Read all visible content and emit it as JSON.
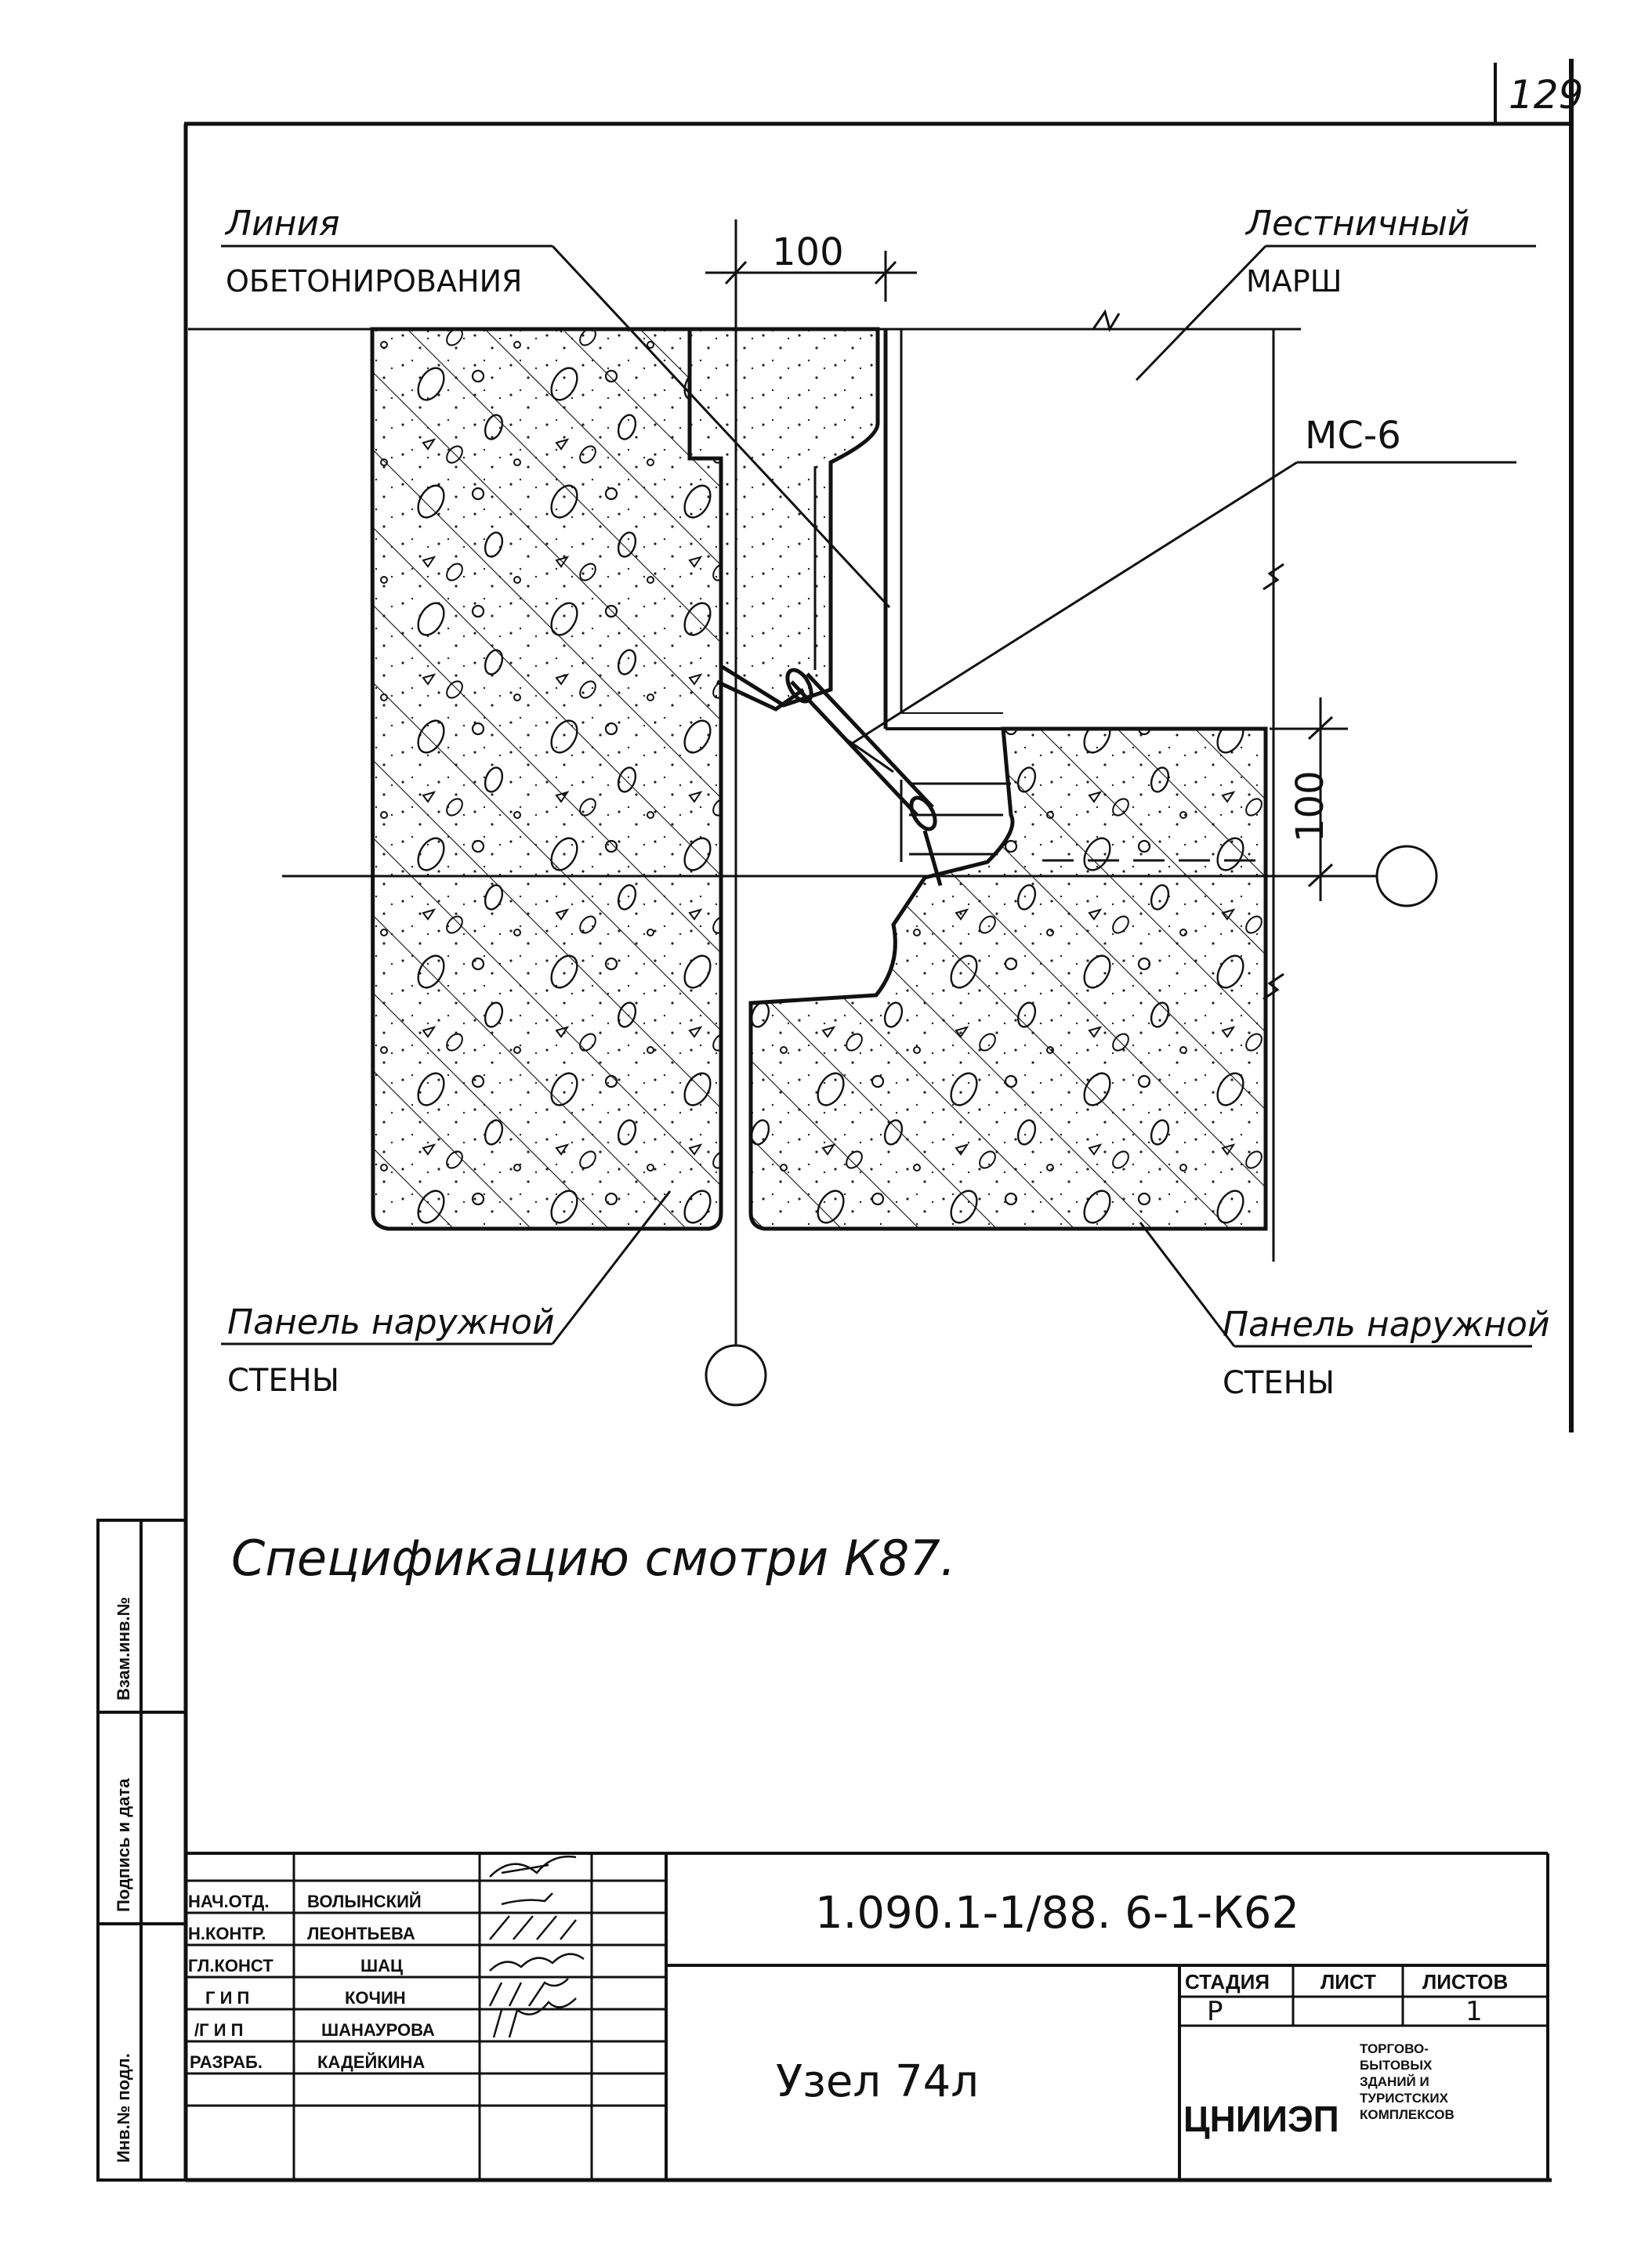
{
  "page_number": "129",
  "labels": {
    "line_1": "Линия",
    "line_2": "обетонирования",
    "stair_1": "Лестничный",
    "stair_2": "марш",
    "mc": "МС-6",
    "panel_left_1": "Панель наружной",
    "panel_left_2": "стены",
    "panel_right_1": "Панель наружной",
    "panel_right_2": "стены"
  },
  "dimensions": {
    "top": "100",
    "side": "100"
  },
  "specification_note": "Спецификацию смотри К87.",
  "side_stamp": {
    "inv": "Инв.№ подл.",
    "sign": "Подпись и дата",
    "vzam": "Взам.инв.№"
  },
  "title_block": {
    "document_code": "1.090.1-1/88. 6-1-К62",
    "drawing_title": "Узел 74л",
    "organization": "ЦНИИЭП",
    "org_desc": [
      "Торгово-",
      "бытовых",
      "зданий и",
      "туристских",
      "комплексов"
    ],
    "stage_header": "Стадия",
    "sheet_header": "Лист",
    "sheets_header": "Листов",
    "stage": "Р",
    "sheet": "",
    "sheets": "1",
    "people": [
      {
        "role": "НАЧ.ОТД.",
        "name": "ВОЛЫНСКИЙ"
      },
      {
        "role": "Н.КОНТР.",
        "name": "ЛЕОНТЬЕВА"
      },
      {
        "role": "ГЛ.КОНСТ",
        "name": "ШАЦ"
      },
      {
        "role": "Г И П",
        "name": "КОЧИН"
      },
      {
        "role": "/Г И П",
        "name": "ШАНАУРОВА"
      },
      {
        "role": "РАЗРАБ.",
        "name": "КАДЕЙКИНА"
      }
    ]
  }
}
